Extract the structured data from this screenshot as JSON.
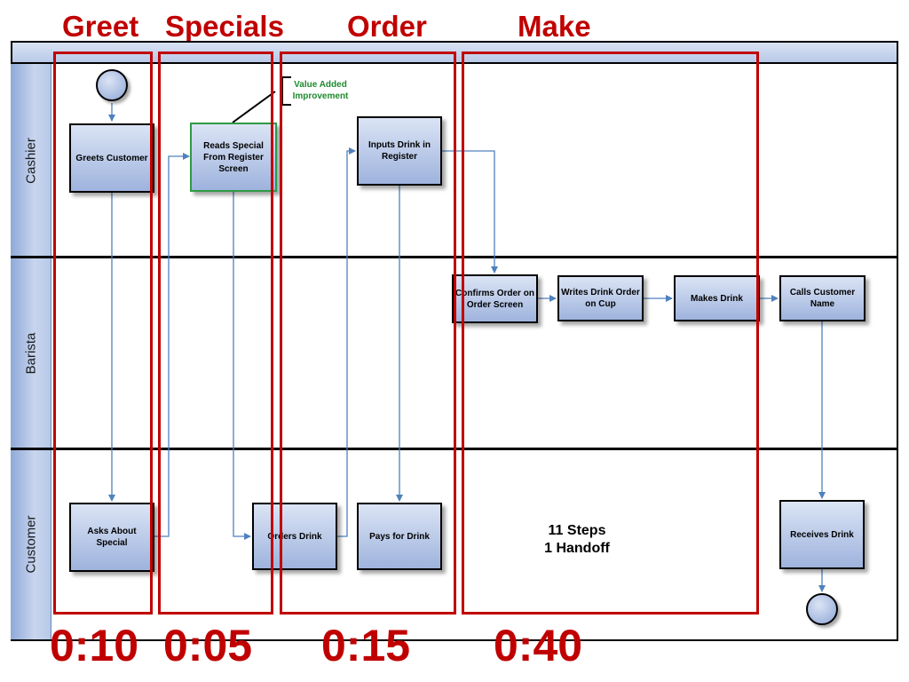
{
  "phases": [
    {
      "name": "Greet",
      "time": "0:10"
    },
    {
      "name": "Specials",
      "time": "0:05"
    },
    {
      "name": "Order",
      "time": "0:15"
    },
    {
      "name": "Make",
      "time": "0:40"
    }
  ],
  "lanes": [
    {
      "label": "Cashier"
    },
    {
      "label": "Barista"
    },
    {
      "label": "Customer"
    }
  ],
  "steps": {
    "greets_customer": "Greets Customer",
    "reads_special": "Reads Special From Register Screen",
    "inputs_drink": "Inputs Drink in Register",
    "confirms_order": "Confirms Order on Order Screen",
    "writes_drink": "Writes Drink Order on Cup",
    "makes_drink": "Makes Drink",
    "calls_name": "Calls Customer Name",
    "asks_special": "Asks About Special",
    "orders_drink": "Orders Drink",
    "pays_drink": "Pays for Drink",
    "receives_drink": "Receives Drink"
  },
  "callout": "Value Added Improvement",
  "summary": {
    "steps": "11 Steps",
    "handoffs": "1 Handoff"
  },
  "colors": {
    "phase_red": "#c00000",
    "connector_blue": "#4f81bd",
    "highlight_green": "#2e9a45"
  }
}
